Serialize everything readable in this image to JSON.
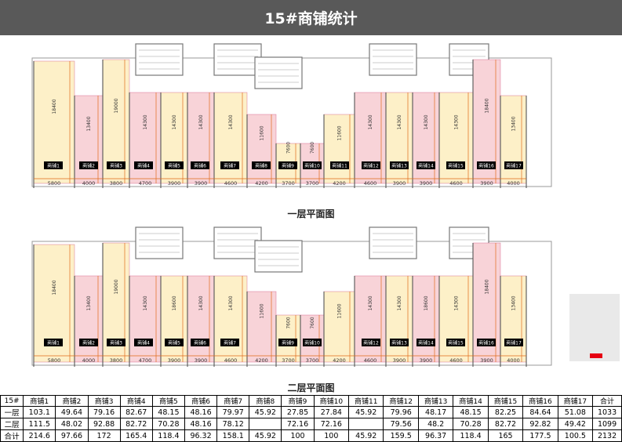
{
  "title": "15#商铺统计",
  "floor1": {
    "caption": "一层平面图",
    "shops": [
      "商铺1",
      "商铺2",
      "商铺3",
      "商铺4",
      "商铺5",
      "商铺6",
      "商铺7",
      "商铺8",
      "商铺9",
      "商铺10",
      "商铺11",
      "商铺12",
      "商铺13",
      "商铺14",
      "商铺15",
      "商铺16",
      "商铺17"
    ],
    "widths": [
      "5800",
      "4000",
      "3800",
      "4700",
      "3900",
      "3900",
      "4600",
      "4200",
      "3700",
      "3700",
      "4200",
      "4600",
      "3900",
      "3900",
      "4600",
      "3900",
      "4000"
    ],
    "depths": [
      "18400",
      "13400",
      "19000",
      "14300",
      "14300",
      "14300",
      "14300",
      "11600",
      "7600",
      "7600",
      "11600",
      "14300",
      "14300",
      "14300",
      "14300",
      "18400",
      "13400"
    ]
  },
  "floor2": {
    "caption": "二层平面图",
    "shops": [
      "商铺1",
      "商铺2",
      "商铺3",
      "商铺4",
      "商铺5",
      "商铺6",
      "商铺7",
      "商铺9",
      "商铺10",
      "商铺12",
      "商铺13",
      "商铺14",
      "商铺15",
      "商铺16",
      "商铺17"
    ],
    "widths": [
      "5800",
      "4000",
      "3800",
      "4700",
      "3900",
      "3900",
      "4600",
      "4200",
      "3700",
      "3700",
      "4200",
      "4600",
      "3900",
      "3900",
      "4600",
      "3900",
      "4000"
    ],
    "depths": [
      "18400",
      "13400",
      "19000",
      "14300",
      "18600",
      "14300",
      "14300",
      "11600",
      "7600",
      "7600",
      "11600",
      "14300",
      "14300",
      "18600",
      "14300",
      "18400",
      "13400"
    ]
  },
  "table": {
    "headers": [
      "15#",
      "商铺1",
      "商铺2",
      "商铺3",
      "商铺4",
      "商铺5",
      "商铺6",
      "商铺7",
      "商铺8",
      "商铺9",
      "商铺10",
      "商铺11",
      "商铺12",
      "商铺13",
      "商铺14",
      "商铺15",
      "商铺16",
      "商铺17",
      "合计"
    ],
    "rows": [
      [
        "一层",
        "103.1",
        "49.64",
        "79.16",
        "82.67",
        "48.15",
        "48.16",
        "79.97",
        "45.92",
        "27.85",
        "27.84",
        "45.92",
        "79.96",
        "48.17",
        "48.15",
        "82.25",
        "84.64",
        "51.08",
        "1033"
      ],
      [
        "二层",
        "111.5",
        "48.02",
        "92.88",
        "82.72",
        "70.28",
        "48.16",
        "78.12",
        "",
        "72.16",
        "72.16",
        "",
        "79.56",
        "48.2",
        "70.28",
        "82.72",
        "92.82",
        "49.42",
        "1099"
      ],
      [
        "合计",
        "214.6",
        "97.66",
        "172",
        "165.4",
        "118.4",
        "96.32",
        "158.1",
        "45.92",
        "100",
        "100",
        "45.92",
        "159.5",
        "96.37",
        "118.4",
        "165",
        "177.5",
        "100.5",
        "2132"
      ]
    ]
  },
  "colors": {
    "header_bg": "#595959",
    "shop_yellow": "#fdf0c8",
    "shop_pink": "#f8d3d8",
    "dim_line": "#e06a1a",
    "label_bg": "#000000",
    "marker": "#e60012"
  }
}
